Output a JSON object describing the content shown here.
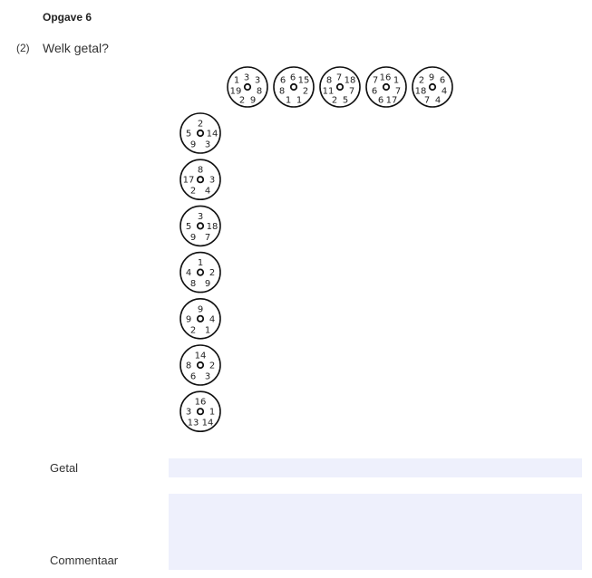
{
  "exercise": {
    "title": "Opgave 6",
    "points": "(2)",
    "question": "Welk getal?"
  },
  "top_row": [
    {
      "numbers": [
        "1",
        "3",
        "3",
        "19",
        "8",
        "2",
        "9"
      ]
    },
    {
      "numbers": [
        "6",
        "6",
        "15",
        "8",
        "2",
        "1",
        "1"
      ]
    },
    {
      "numbers": [
        "8",
        "7",
        "18",
        "11",
        "7",
        "2",
        "5"
      ]
    },
    {
      "numbers": [
        "7",
        "16",
        "1",
        "6",
        "7",
        "6",
        "17"
      ]
    },
    {
      "numbers": [
        "2",
        "9",
        "6",
        "18",
        "4",
        "7",
        "4"
      ]
    }
  ],
  "left_column": [
    {
      "numbers": [
        "2",
        "5",
        "14",
        "9",
        "3"
      ]
    },
    {
      "numbers": [
        "8",
        "17",
        "3",
        "2",
        "4"
      ]
    },
    {
      "numbers": [
        "3",
        "5",
        "18",
        "9",
        "7"
      ]
    },
    {
      "numbers": [
        "1",
        "4",
        "2",
        "8",
        "9"
      ]
    },
    {
      "numbers": [
        "9",
        "9",
        "4",
        "2",
        "1"
      ]
    },
    {
      "numbers": [
        "14",
        "8",
        "2",
        "6",
        "3"
      ]
    },
    {
      "numbers": [
        "16",
        "3",
        "1",
        "13",
        "14"
      ]
    }
  ],
  "form": {
    "getal_label": "Getal",
    "getal_value": "",
    "comment_label": "Commentaar",
    "comment_value": ""
  }
}
